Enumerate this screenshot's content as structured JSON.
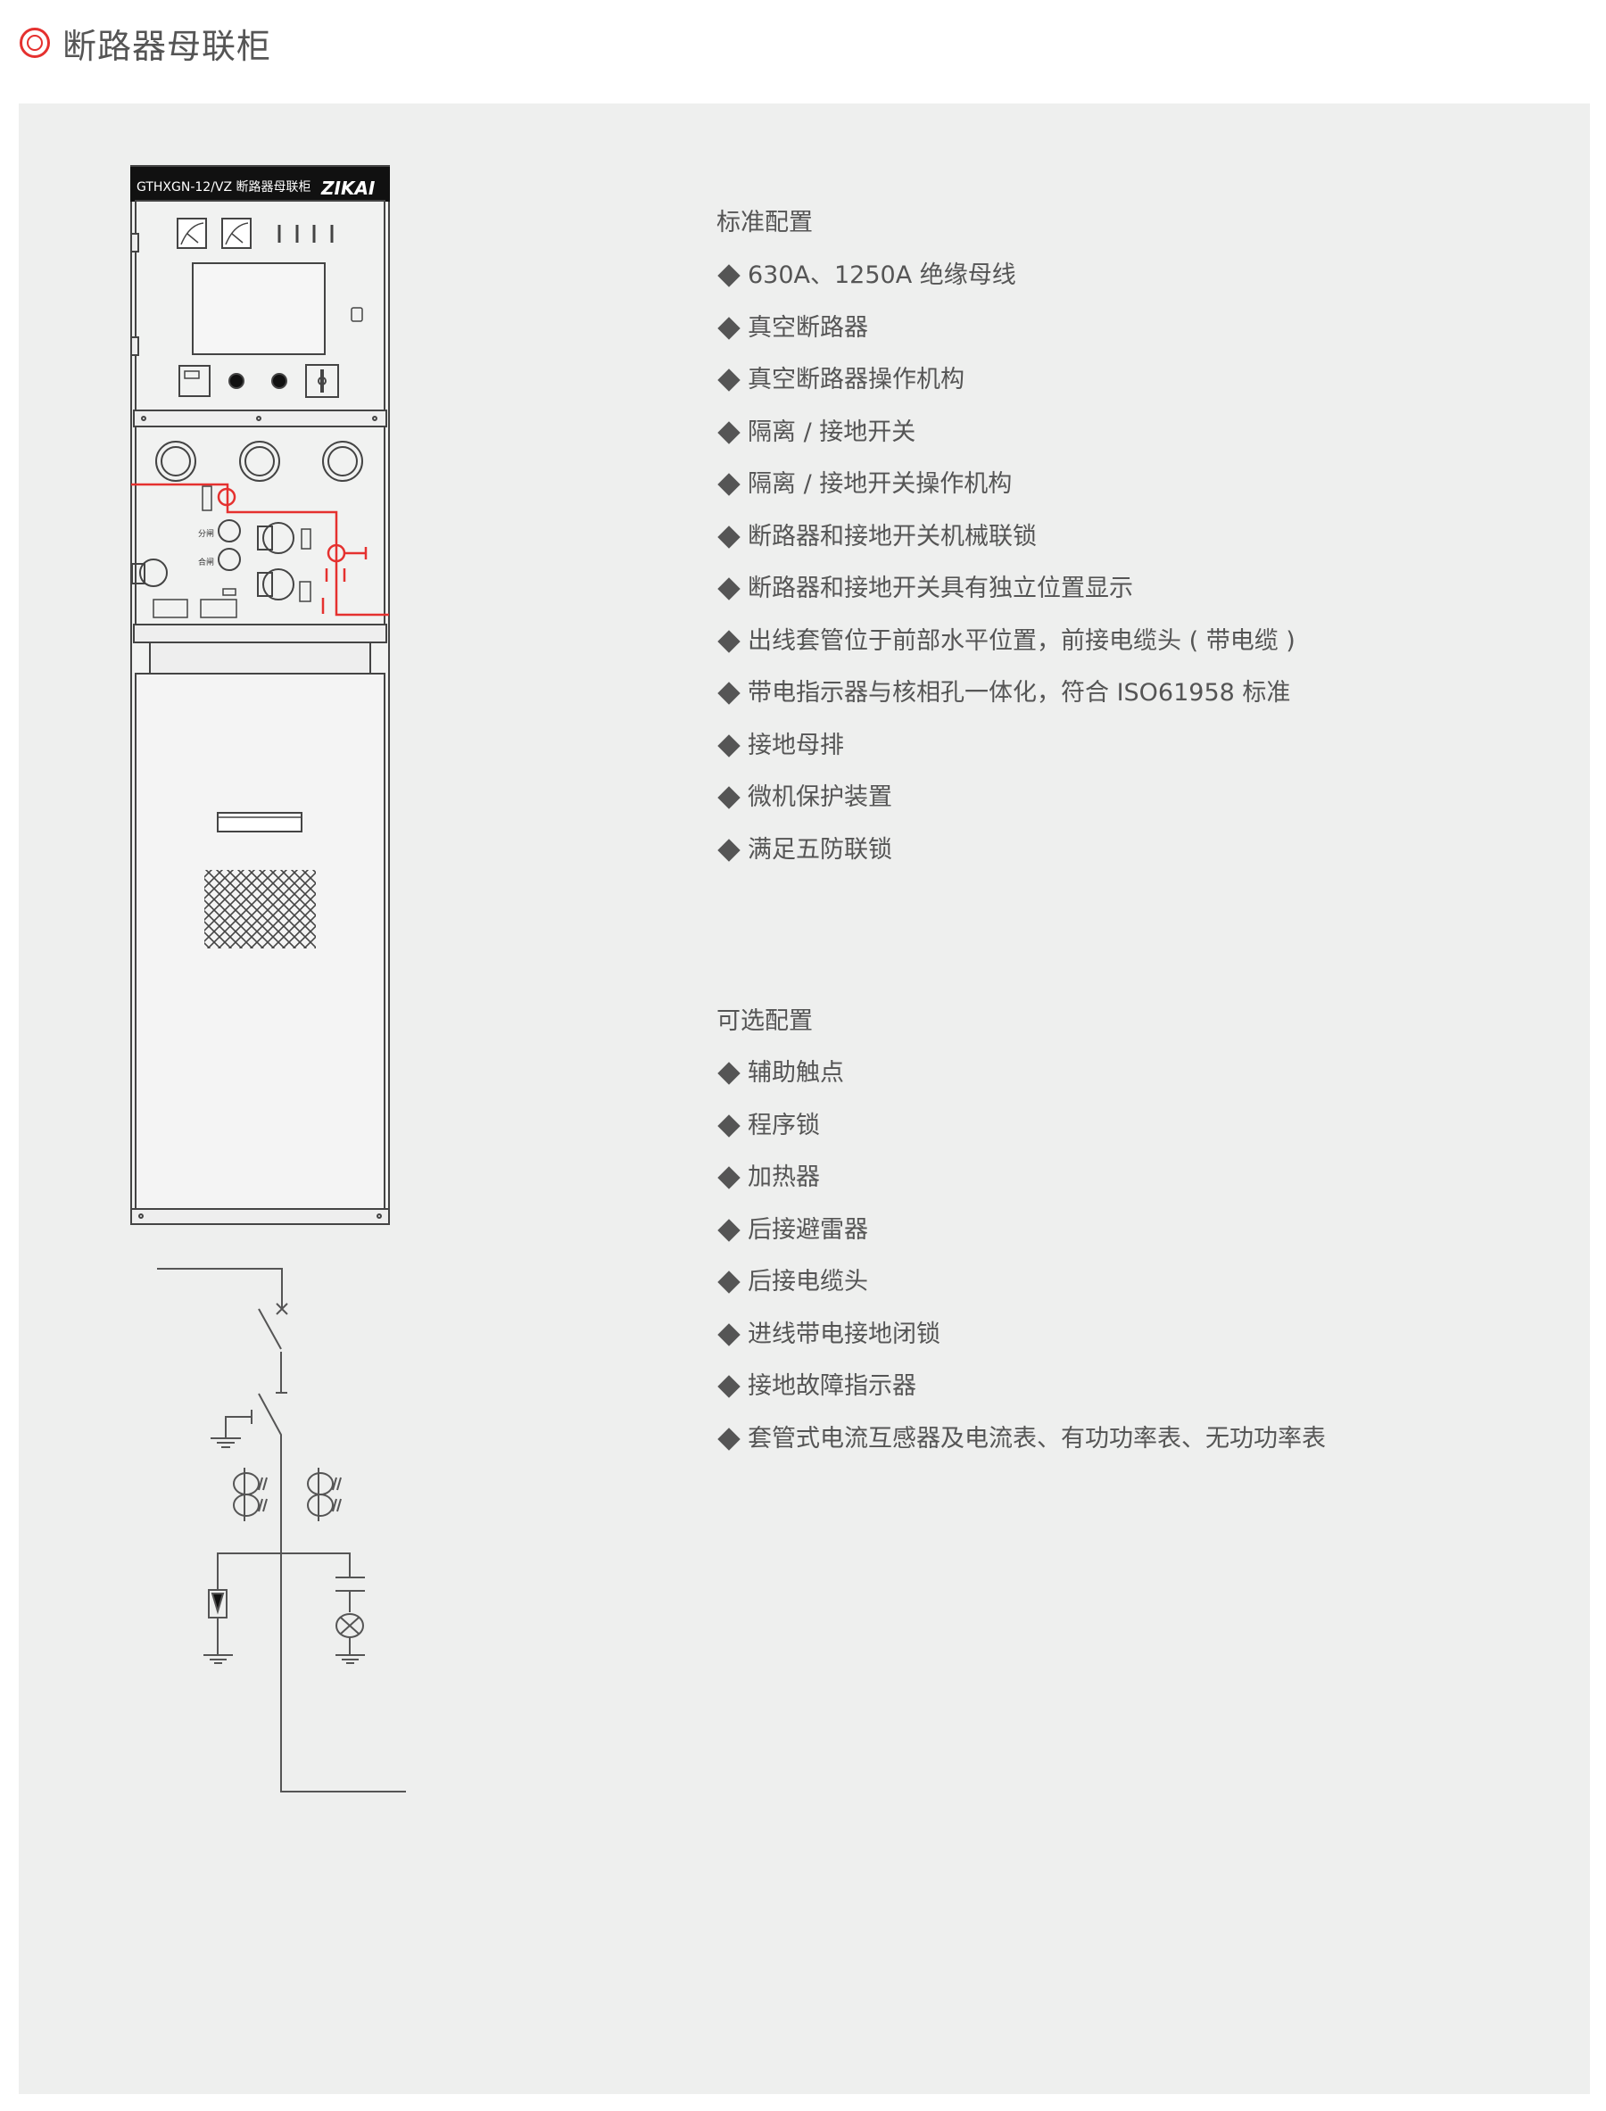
{
  "page": {
    "title": "断路器母联柜",
    "accent_color": "#e5312f"
  },
  "cabinet": {
    "model_label": "GTHXGN-12/VZ 断路器母联柜",
    "brand": "ZIKAI",
    "left_switch_labels": [
      "分闸",
      "合闸"
    ]
  },
  "standard_config": {
    "heading": "标准配置",
    "items": [
      "630A、1250A 绝缘母线",
      "真空断路器",
      "真空断路器操作机构",
      "隔离 / 接地开关",
      "隔离 / 接地开关操作机构",
      "断路器和接地开关机械联锁",
      "断路器和接地开关具有独立位置显示",
      "出线套管位于前部水平位置，前接电缆头 ( 带电缆 )",
      "带电指示器与核相孔一体化，符合 ISO61958 标准",
      "接地母排",
      "微机保护装置",
      "满足五防联锁"
    ]
  },
  "optional_config": {
    "heading": "可选配置",
    "items": [
      "辅助触点",
      "程序锁",
      "加热器",
      "后接避雷器",
      "后接电缆头",
      "进线带电接地闭锁",
      "接地故障指示器",
      "套管式电流互感器及电流表、有功功率表、无功功率表"
    ]
  }
}
